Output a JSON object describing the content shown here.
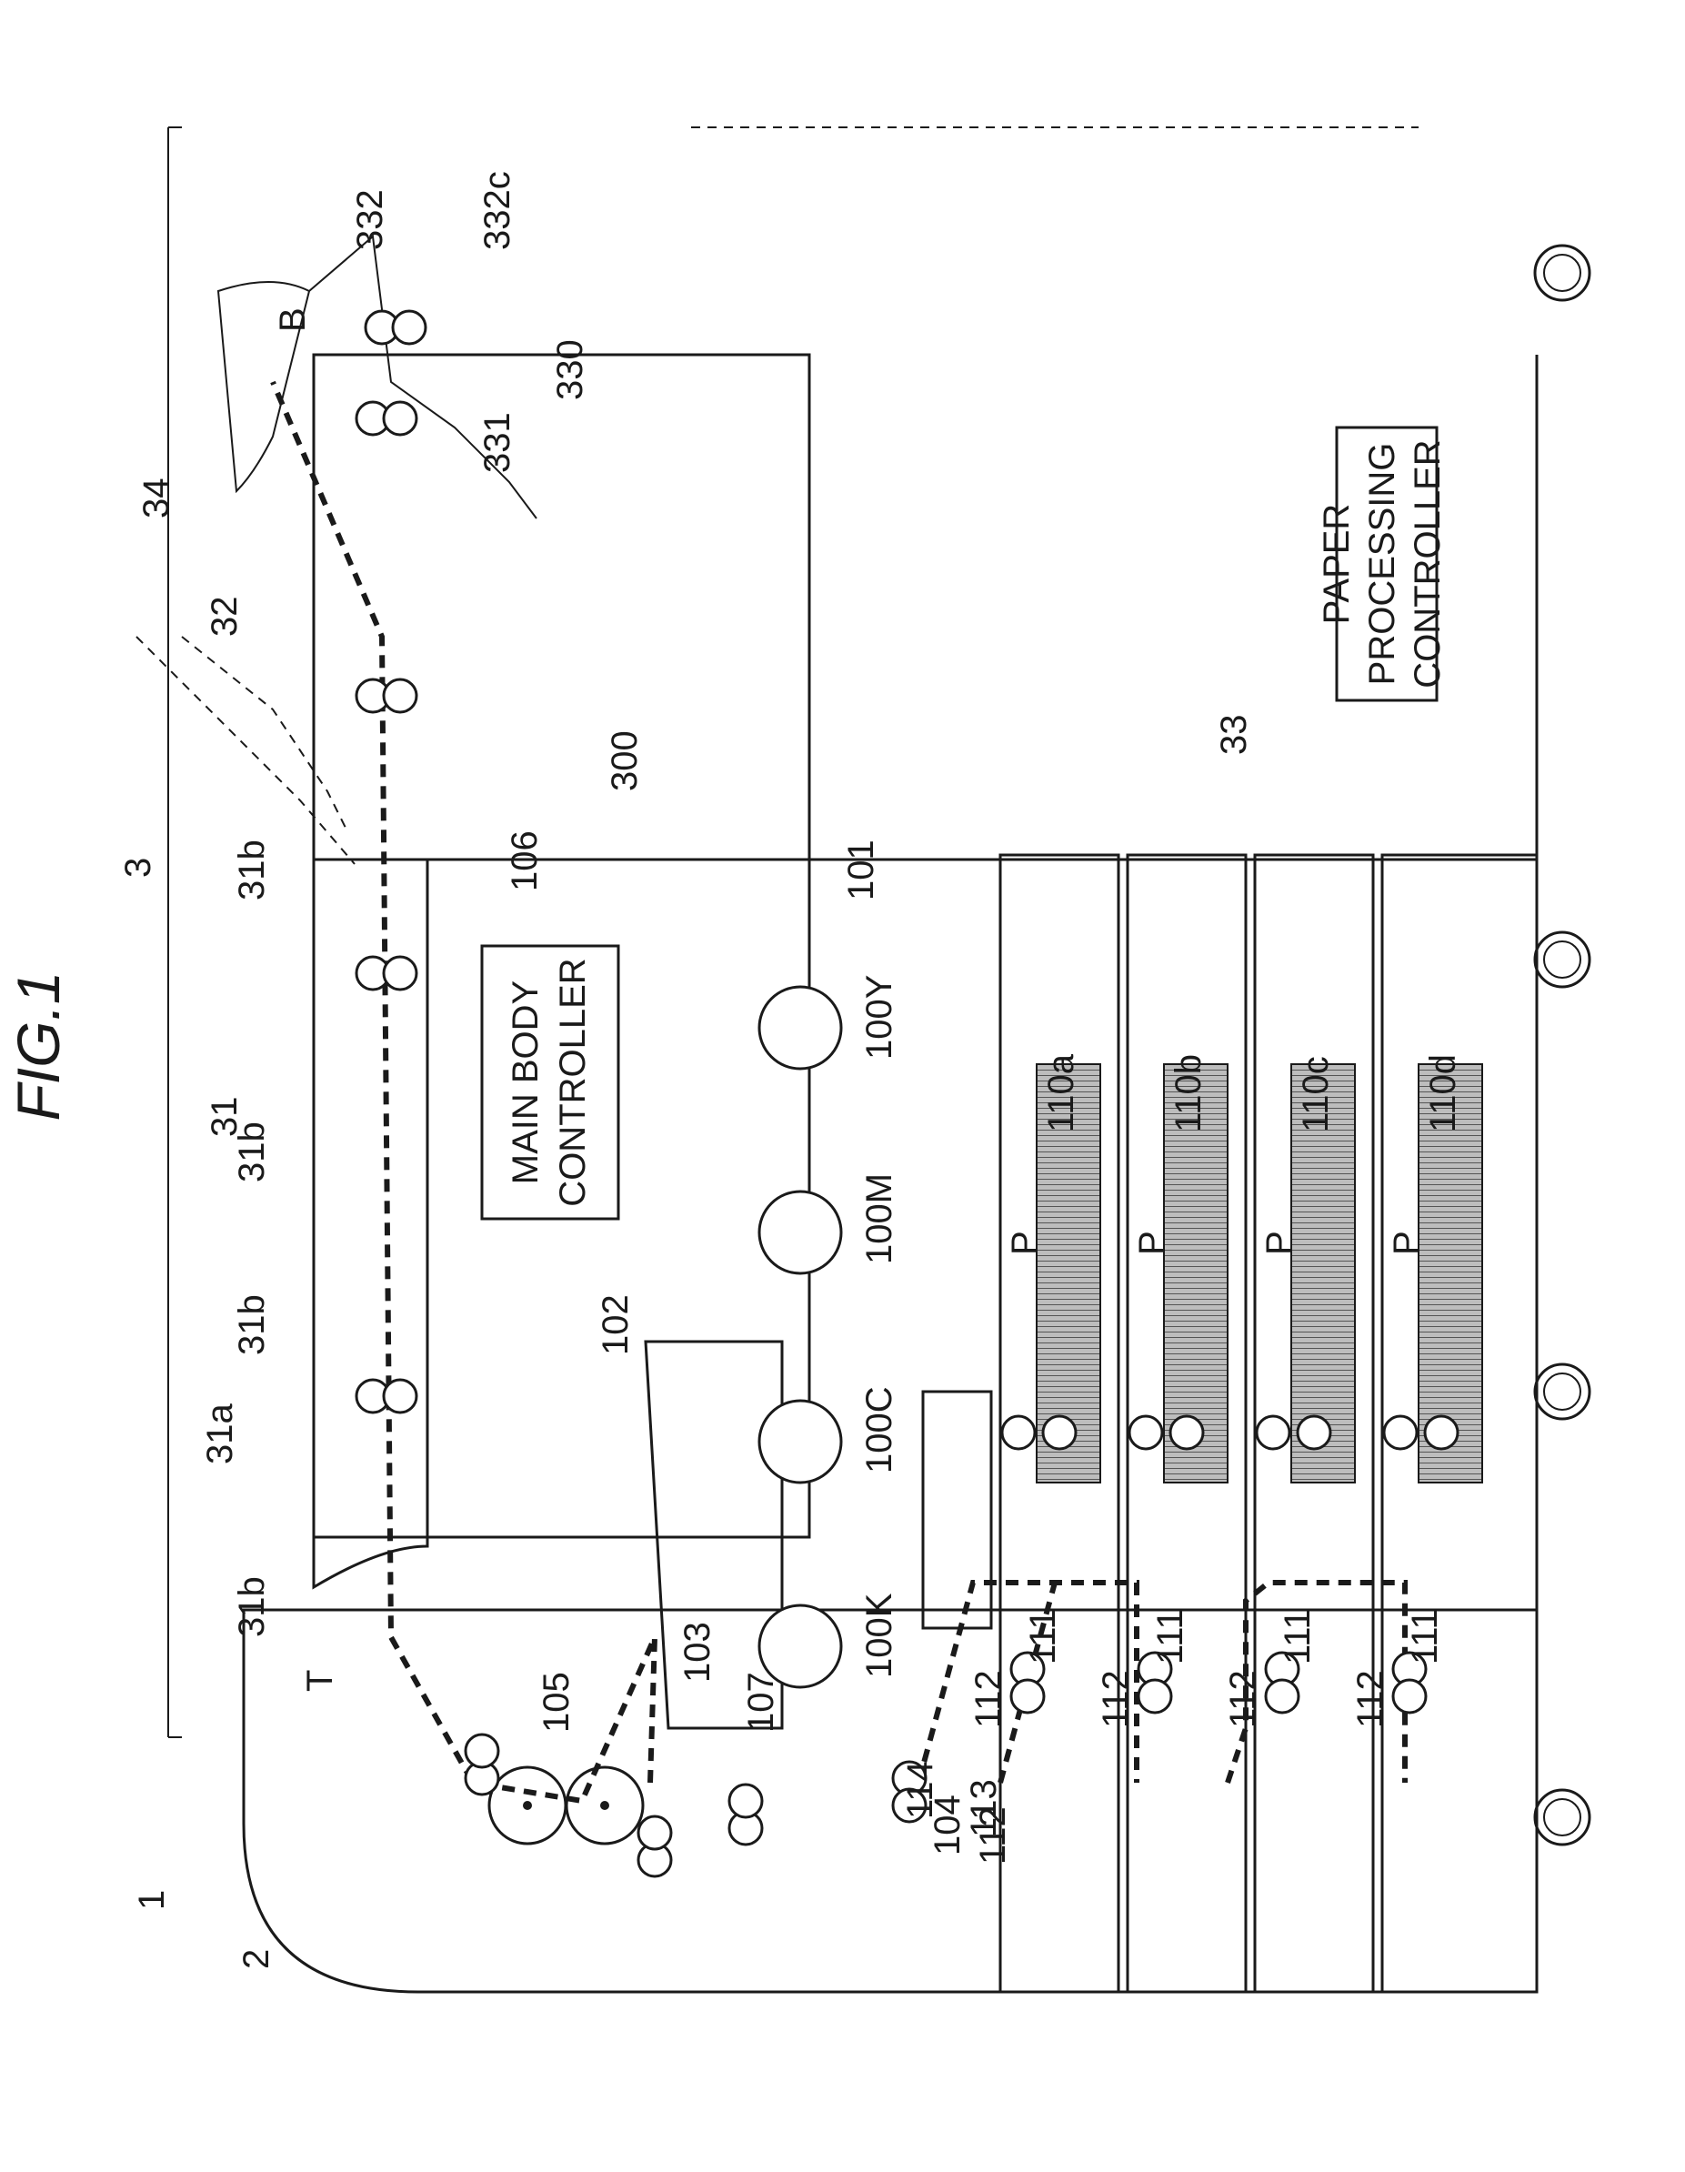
{
  "figure_title": "FIG.1",
  "boxes": {
    "main_body_controller": [
      "MAIN BODY",
      "CONTROLLER"
    ],
    "paper_processing_controller": [
      "PAPER",
      "PROCESSING",
      "CONTROLLER"
    ]
  },
  "labels": {
    "l1": "1",
    "l2": "2",
    "l3": "3",
    "l31": "31",
    "l31a": "31a",
    "l31b_1": "31b",
    "l31b_2": "31b",
    "l31b_3": "31b",
    "l31b_4": "31b",
    "l32": "32",
    "l33": "33",
    "l34": "34",
    "l300": "300",
    "l330": "330",
    "l331": "331",
    "l332": "332",
    "l332c": "332c",
    "lB": "B",
    "lT": "T",
    "l100K": "100K",
    "l100C": "100C",
    "l100M": "100M",
    "l100Y": "100Y",
    "l101": "101",
    "l102": "102",
    "l103": "103",
    "l104": "104",
    "l105": "105",
    "l106": "106",
    "l107": "107",
    "l110a": "110a",
    "l110b": "110b",
    "l110c": "110c",
    "l110d": "110d",
    "lP1": "P",
    "lP2": "P",
    "lP3": "P",
    "lP4": "P",
    "l111_1": "111",
    "l111_2": "111",
    "l111_3": "111",
    "l111_4": "111",
    "l112_1": "112",
    "l112_2": "112",
    "l112_3": "112",
    "l112_4": "112",
    "l112_5": "112",
    "l113": "113",
    "l114": "114"
  }
}
